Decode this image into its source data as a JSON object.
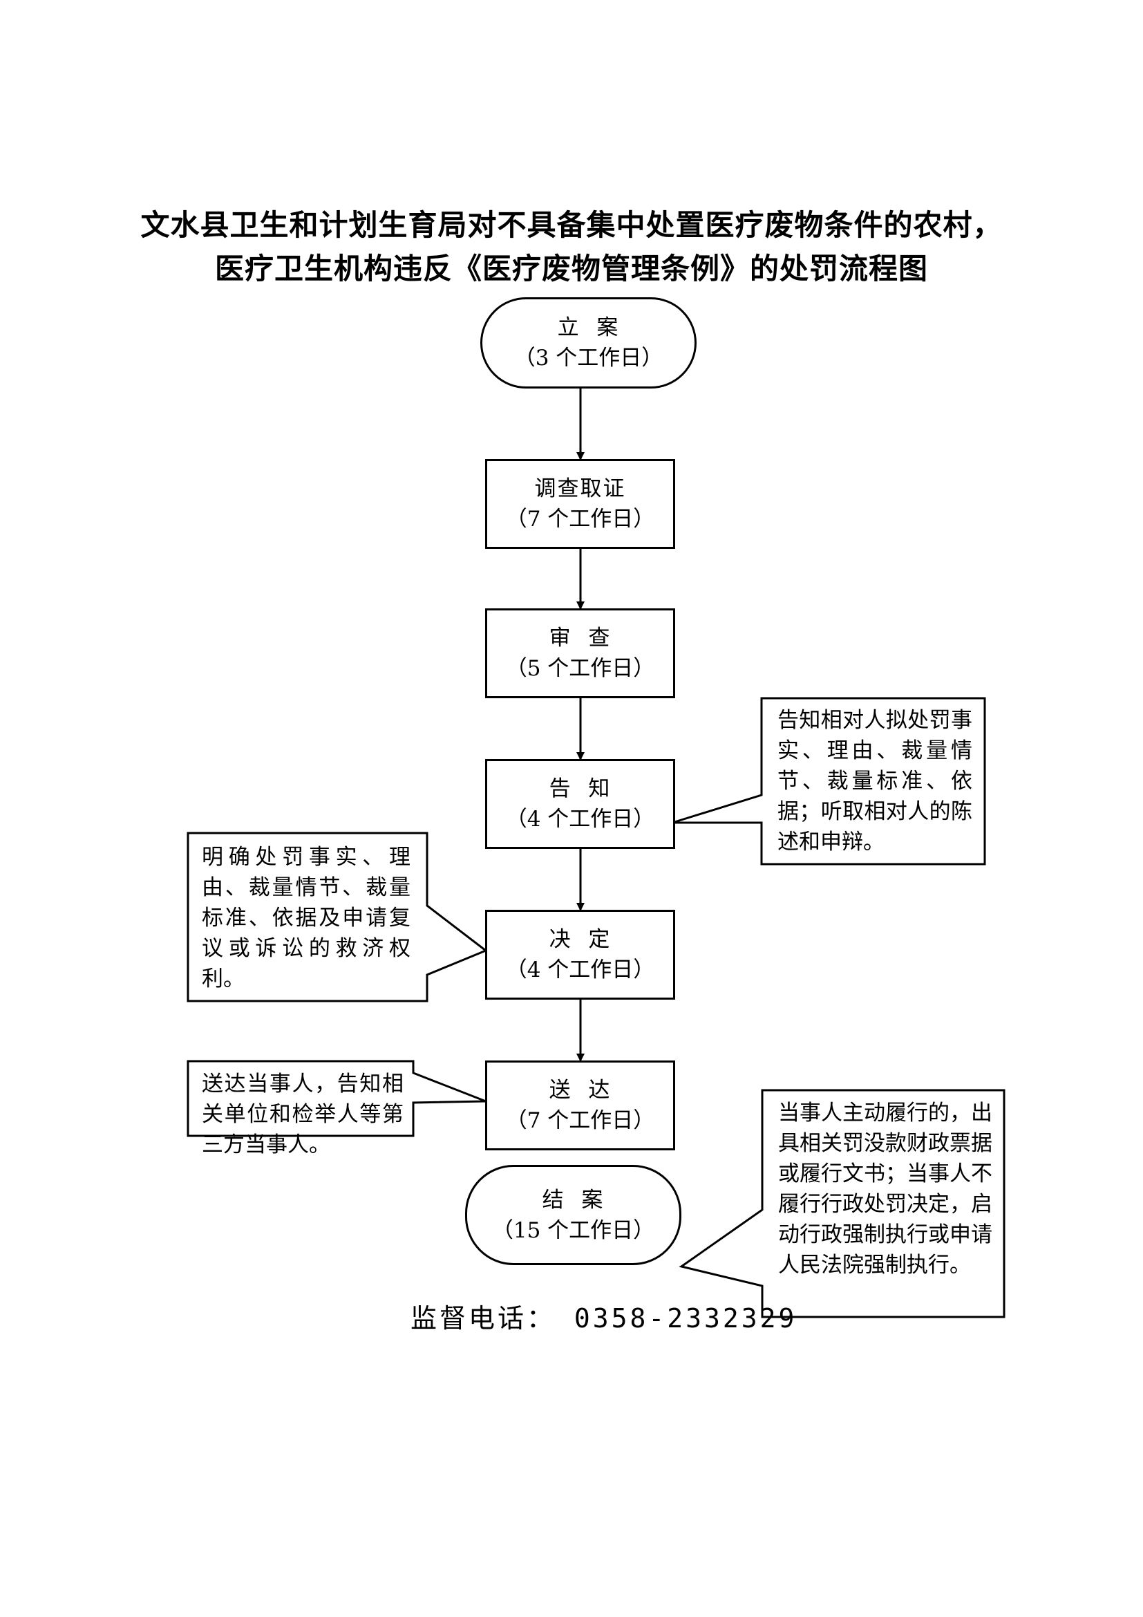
{
  "title": {
    "line1": "文水县卫生和计划生育局对不具备集中处置医疗废物条件的农村，",
    "line2": "医疗卫生机构违反《医疗废物管理条例》的处罚流程图"
  },
  "steps": [
    {
      "name": "立  案",
      "duration": "（3 个工作日）"
    },
    {
      "name": "调查取证",
      "duration": "（7 个工作日）"
    },
    {
      "name": "审  查",
      "duration": "（5 个工作日）"
    },
    {
      "name": "告  知",
      "duration": "（4 个工作日）"
    },
    {
      "name": "决  定",
      "duration": "（4 个工作日）"
    },
    {
      "name": "送  达",
      "duration": "（7 个工作日）"
    },
    {
      "name": "结  案",
      "duration": "（15 个工作日）"
    }
  ],
  "notes": {
    "notify": "告知相对人拟处罚事实、理由、裁量情节、裁量标准、依据；听取相对人的陈述和申辩。",
    "decide": "明确处罚事实、理由、裁量情节、裁量标准、依据及申请复议或诉讼的救济权利。",
    "deliver": "送达当事人，告知相关单位和检举人等第三方当事人。",
    "close": "当事人主动履行的，出具相关罚没款财政票据或履行文书；当事人不履行行政处罚决定，启动行政强制执行或申请人民法院强制执行。"
  },
  "footer": {
    "phone": "监督电话： 0358-2332329"
  }
}
